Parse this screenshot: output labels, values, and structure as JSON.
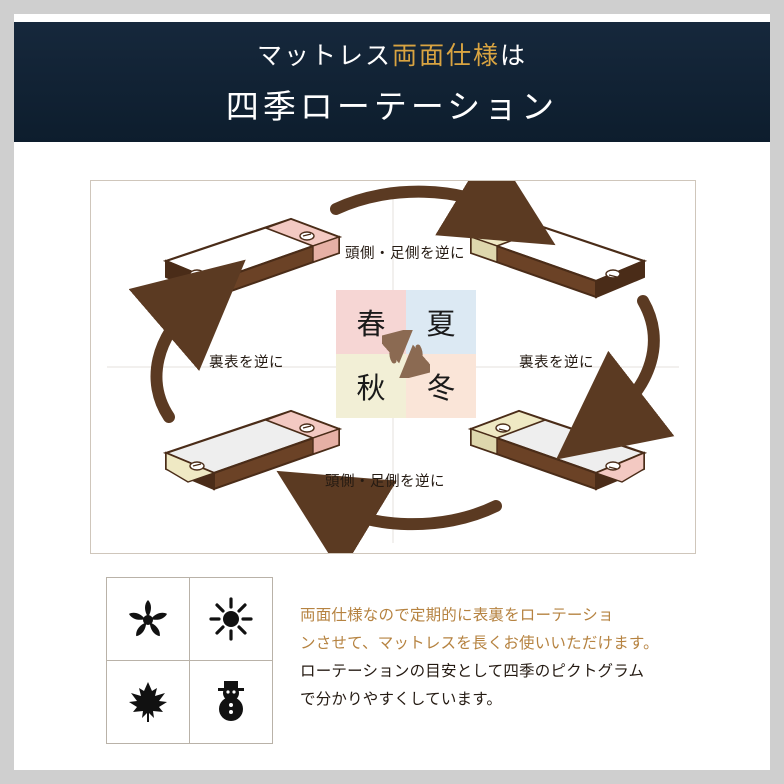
{
  "header": {
    "line1_prefix": "マットレス",
    "line1_accent": "両面仕様",
    "line1_suffix": "は",
    "line2": "四季ローテーション",
    "accent_color": "#d9a441",
    "bg_color": "#0f2133"
  },
  "diagram": {
    "labels": {
      "top": "頭側・足側を逆に",
      "left": "裏表を逆に",
      "right": "裏表を逆に",
      "bottom": "頭側・足側を逆に"
    },
    "seasons": [
      {
        "name": "spring",
        "label": "春",
        "color": "#f6d6d4"
      },
      {
        "name": "summer",
        "label": "夏",
        "color": "#dce9f3"
      },
      {
        "name": "autumn",
        "label": "秋",
        "color": "#f2efd6"
      },
      {
        "name": "winter",
        "label": "冬",
        "color": "#fae5d8"
      }
    ],
    "mattresses": [
      {
        "position": "top-left",
        "top_face": "white",
        "band_color": "#f3c9c2"
      },
      {
        "position": "top-right",
        "top_face": "white",
        "band_color": "#efe9c4"
      },
      {
        "position": "bottom-left",
        "top_face": "gray",
        "band_color": "#f3c9c2"
      },
      {
        "position": "bottom-right",
        "top_face": "gray",
        "band_color": "#efe9c4"
      }
    ]
  },
  "pictograms": [
    {
      "name": "cherry-blossom-icon",
      "season": "春"
    },
    {
      "name": "sun-icon",
      "season": "夏"
    },
    {
      "name": "maple-leaf-icon",
      "season": "秋"
    },
    {
      "name": "snowman-icon",
      "season": "冬"
    }
  ],
  "bottom_text": {
    "line1_hl": "両面仕様なので定期的に表裏をローテーショ",
    "line2_hl": "ンさせて、マットレスを長くお使いいただけます。",
    "line3": "ローテーションの目安として四季のピクトグラム",
    "line4": "で分かりやすくしています。",
    "highlight_color": "#b68341"
  }
}
